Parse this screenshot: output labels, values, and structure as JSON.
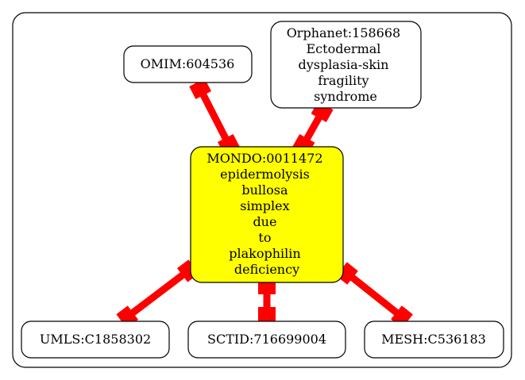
{
  "graph": {
    "nodes": [
      {
        "id": "center",
        "lines": [
          "MONDO:0011472",
          "epidermolysis",
          "bullosa",
          "simplex",
          "due",
          "to",
          "plakophilin",
          "deficiency"
        ],
        "fill": "#ffff00"
      },
      {
        "id": "omim",
        "lines": [
          "OMIM:604536"
        ],
        "fill": "#ffffff"
      },
      {
        "id": "orphanet",
        "lines": [
          "Orphanet:158668",
          "Ectodermal",
          "dysplasia-skin",
          "fragility",
          "syndrome"
        ],
        "fill": "#ffffff"
      },
      {
        "id": "umls",
        "lines": [
          "UMLS:C1858302"
        ],
        "fill": "#ffffff"
      },
      {
        "id": "sctid",
        "lines": [
          "SCTID:716699004"
        ],
        "fill": "#ffffff"
      },
      {
        "id": "mesh",
        "lines": [
          "MESH:C536183"
        ],
        "fill": "#ffffff"
      }
    ],
    "edges": [
      {
        "from": "omim",
        "to": "center"
      },
      {
        "from": "orphanet",
        "to": "center"
      },
      {
        "from": "umls",
        "to": "center"
      },
      {
        "from": "sctid",
        "to": "center"
      },
      {
        "from": "mesh",
        "to": "center"
      }
    ],
    "edge_color": "#ff0000"
  }
}
